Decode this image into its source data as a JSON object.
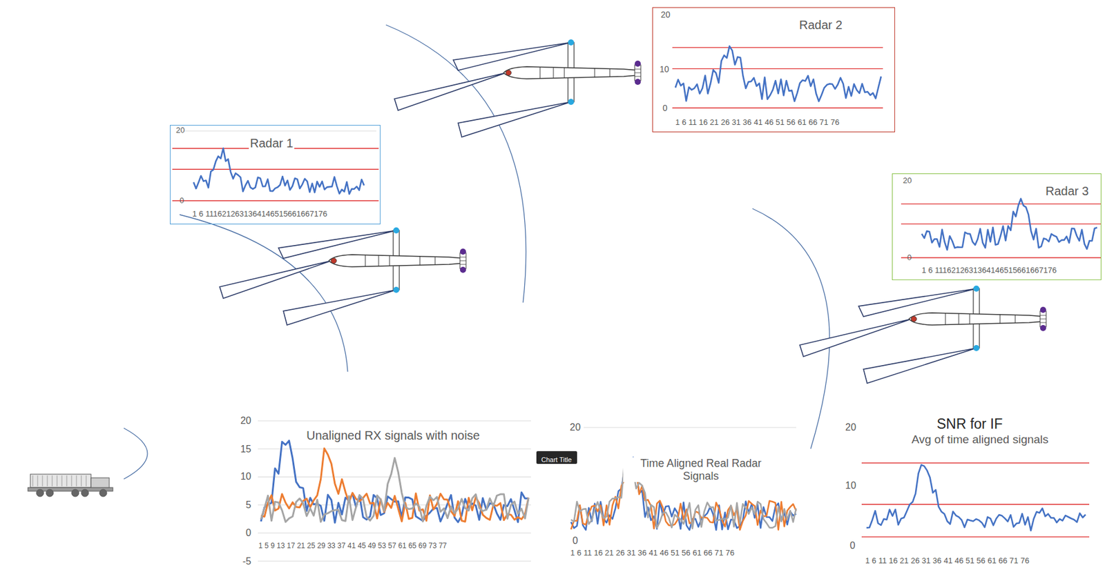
{
  "diagram": {
    "nodes": [
      {
        "text": [
          "Radar 1"
        ]
      },
      {
        "text": [
          "Radar 2"
        ]
      },
      {
        "text": [
          "Radar 3"
        ]
      },
      {
        "text": [
          "Chart Title"
        ]
      }
    ],
    "labels": [
      "20",
      "0",
      "1 6 1116212631364146515661667176",
      "20",
      "10",
      "0",
      "1 6 11 16 21 26 31 36 41 46 51 56 61 66 71 76",
      "20",
      "0",
      "1 6 1116212631364146515661667176",
      "Unaligned RX signals with noise",
      "20",
      "15",
      "10",
      "5",
      "0",
      "-5",
      "1 5 9 13 17 21 25 29 33 37 41 45 49 53 57 61 65 69 73 77",
      "Time Aligned Real Radar Signals",
      "20",
      "0",
      "1 6 11 16 21 26 31 36 41 46 51 56 61 66 71 76",
      "SNR for IF",
      "Avg of time aligned signals",
      "20",
      "10",
      "0",
      "1 6 11 16 21 26 31 36 41 46 51 56 61 66 71 76"
    ]
  }
}
